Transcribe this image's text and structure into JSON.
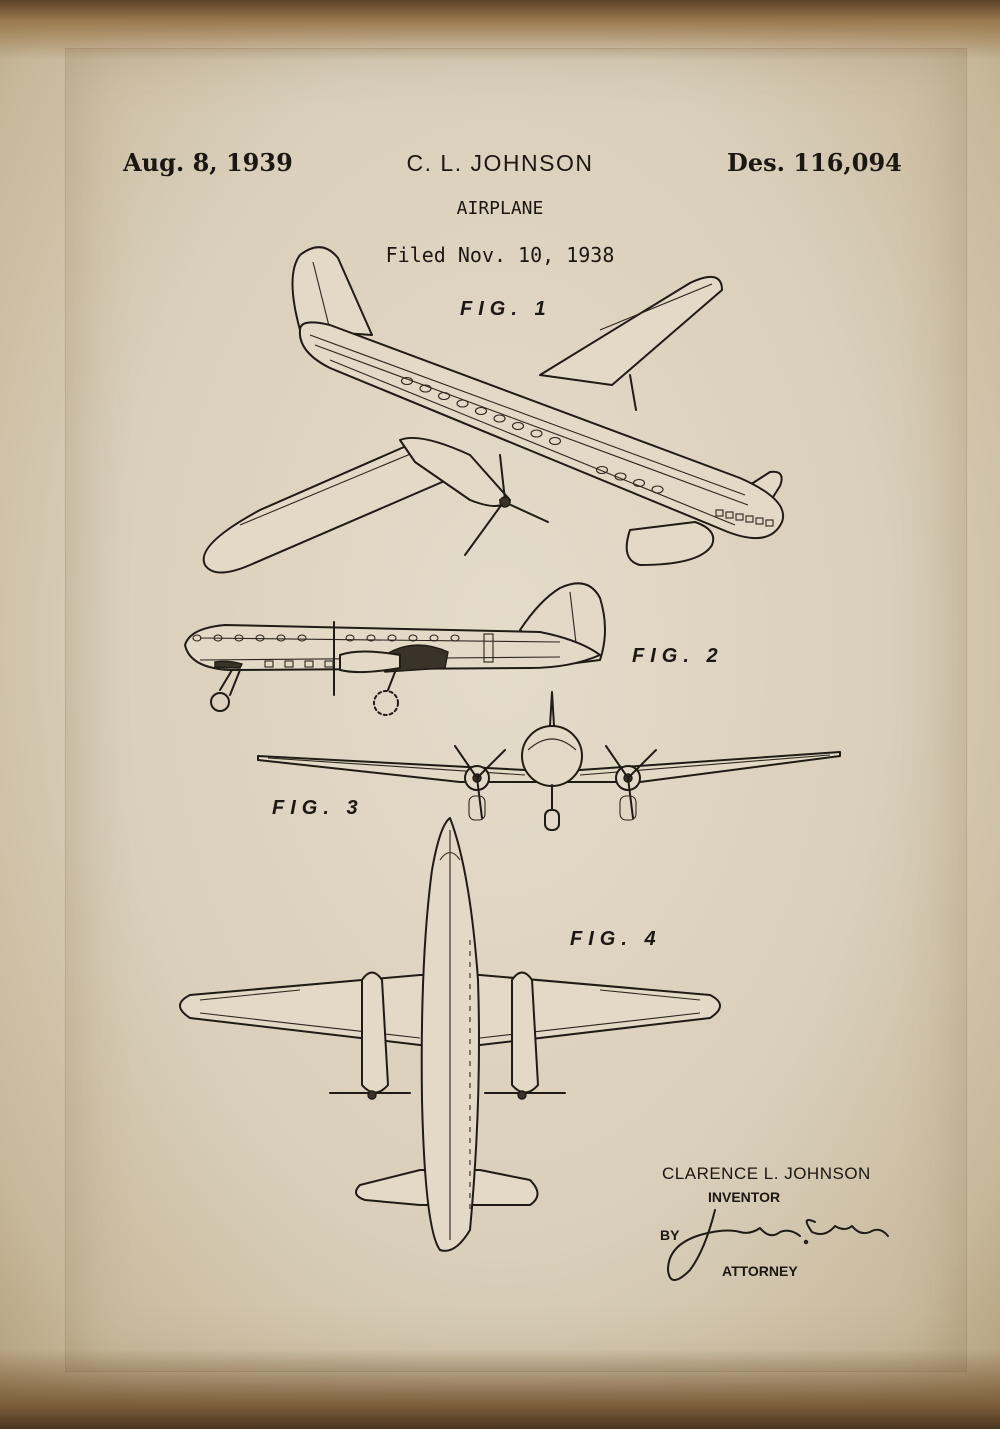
{
  "header": {
    "patent_date": "Aug. 8, 1939",
    "inventor_header": "C. L. JOHNSON",
    "design_number": "Des. 116,094"
  },
  "title": "AIRPLANE",
  "filed": "Filed Nov. 10, 1938",
  "figures": {
    "fig1": "FIG. 1",
    "fig2": "FIG. 2",
    "fig3": "FIG. 3",
    "fig4": "FIG. 4"
  },
  "signature_block": {
    "inventor_name": "CLARENCE L. JOHNSON",
    "inventor_label": "INVENTOR",
    "by_label": "BY",
    "attorney_signature": "James M. Clark",
    "attorney_label": "ATTORNEY"
  },
  "colors": {
    "paper": "#d9cfba",
    "ink": "#1f1b15",
    "burnt_edge": "#5b4328"
  }
}
